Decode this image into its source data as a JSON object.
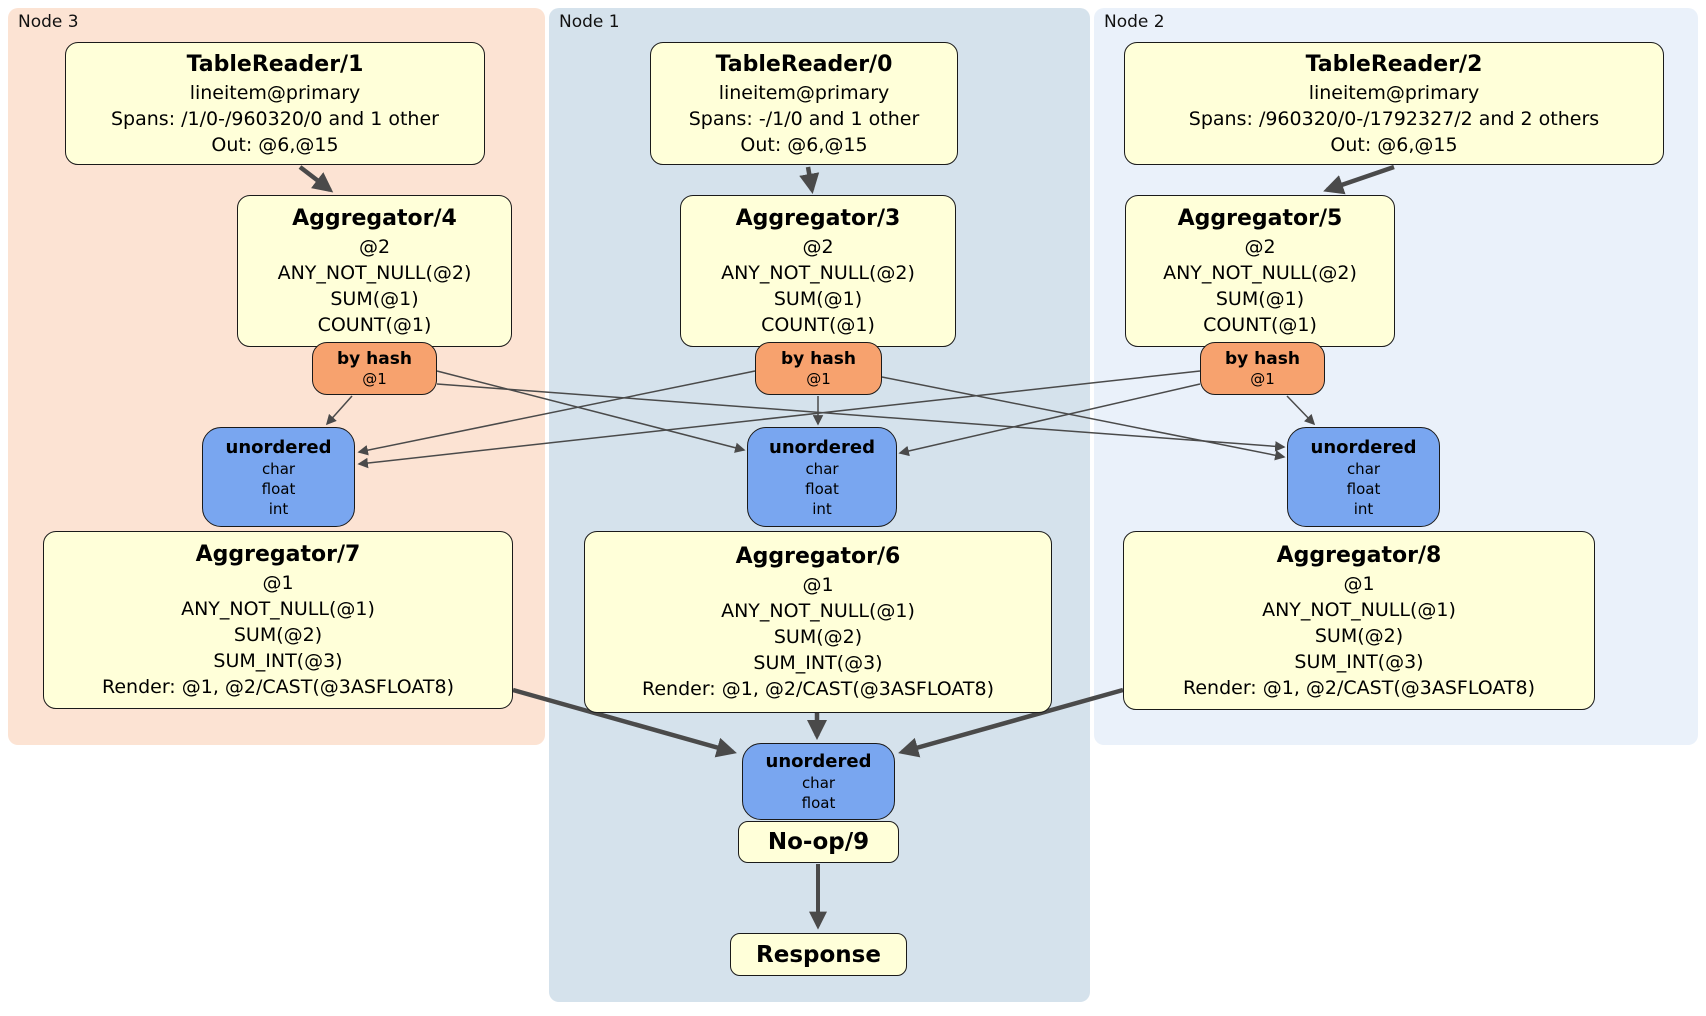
{
  "colors": {
    "node3_background": "#fce3d3",
    "node1_background": "#d5e2ec",
    "node2_background": "#eaf1fa",
    "processor_box": "#ffffd9",
    "router_box": "#f7a26e",
    "sync_box": "#79a6f0",
    "edge": "#4a4a4a"
  },
  "nodes": [
    {
      "label": "Node 3",
      "table_reader": {
        "title": "TableReader/1",
        "index": "lineitem@primary",
        "spans": "Spans: /1/0-/960320/0 and 1 other",
        "out": "Out: @6,@15"
      },
      "first_aggregator": {
        "title": "Aggregator/4",
        "lines": [
          "@2",
          "ANY_NOT_NULL(@2)",
          "SUM(@1)",
          "COUNT(@1)"
        ]
      },
      "router": {
        "title": "by hash",
        "detail": "@1"
      },
      "sync": {
        "title": "unordered",
        "streams": [
          "char",
          "float",
          "int"
        ]
      },
      "second_aggregator": {
        "title": "Aggregator/7",
        "lines": [
          "@1",
          "ANY_NOT_NULL(@1)",
          "SUM(@2)",
          "SUM_INT(@3)",
          "Render: @1, @2/CAST(@3ASFLOAT8)"
        ]
      }
    },
    {
      "label": "Node 1",
      "table_reader": {
        "title": "TableReader/0",
        "index": "lineitem@primary",
        "spans": "Spans: -/1/0 and 1 other",
        "out": "Out: @6,@15"
      },
      "first_aggregator": {
        "title": "Aggregator/3",
        "lines": [
          "@2",
          "ANY_NOT_NULL(@2)",
          "SUM(@1)",
          "COUNT(@1)"
        ]
      },
      "router": {
        "title": "by hash",
        "detail": "@1"
      },
      "sync": {
        "title": "unordered",
        "streams": [
          "char",
          "float",
          "int"
        ]
      },
      "second_aggregator": {
        "title": "Aggregator/6",
        "lines": [
          "@1",
          "ANY_NOT_NULL(@1)",
          "SUM(@2)",
          "SUM_INT(@3)",
          "Render: @1, @2/CAST(@3ASFLOAT8)"
        ]
      }
    },
    {
      "label": "Node 2",
      "table_reader": {
        "title": "TableReader/2",
        "index": "lineitem@primary",
        "spans": "Spans: /960320/0-/1792327/2 and 2 others",
        "out": "Out: @6,@15"
      },
      "first_aggregator": {
        "title": "Aggregator/5",
        "lines": [
          "@2",
          "ANY_NOT_NULL(@2)",
          "SUM(@1)",
          "COUNT(@1)"
        ]
      },
      "router": {
        "title": "by hash",
        "detail": "@1"
      },
      "sync": {
        "title": "unordered",
        "streams": [
          "char",
          "float",
          "int"
        ]
      },
      "second_aggregator": {
        "title": "Aggregator/8",
        "lines": [
          "@1",
          "ANY_NOT_NULL(@1)",
          "SUM(@2)",
          "SUM_INT(@3)",
          "Render: @1, @2/CAST(@3ASFLOAT8)"
        ]
      }
    }
  ],
  "final_stage": {
    "sync": {
      "title": "unordered",
      "streams": [
        "char",
        "float"
      ]
    },
    "noop_label": "No-op/9",
    "response_label": "Response"
  },
  "edges": [
    {
      "from": "TableReader/1",
      "to": "Aggregator/4"
    },
    {
      "from": "TableReader/0",
      "to": "Aggregator/3"
    },
    {
      "from": "TableReader/2",
      "to": "Aggregator/5"
    },
    {
      "from": "by hash @1 (Node 3)",
      "to": "unordered (Node 3)"
    },
    {
      "from": "by hash @1 (Node 3)",
      "to": "unordered (Node 1)"
    },
    {
      "from": "by hash @1 (Node 3)",
      "to": "unordered (Node 2)"
    },
    {
      "from": "by hash @1 (Node 1)",
      "to": "unordered (Node 3)"
    },
    {
      "from": "by hash @1 (Node 1)",
      "to": "unordered (Node 1)"
    },
    {
      "from": "by hash @1 (Node 1)",
      "to": "unordered (Node 2)"
    },
    {
      "from": "by hash @1 (Node 2)",
      "to": "unordered (Node 3)"
    },
    {
      "from": "by hash @1 (Node 2)",
      "to": "unordered (Node 1)"
    },
    {
      "from": "by hash @1 (Node 2)",
      "to": "unordered (Node 2)"
    },
    {
      "from": "Aggregator/7",
      "to": "unordered (final)"
    },
    {
      "from": "Aggregator/6",
      "to": "unordered (final)"
    },
    {
      "from": "Aggregator/8",
      "to": "unordered (final)"
    },
    {
      "from": "No-op/9",
      "to": "Response"
    }
  ]
}
